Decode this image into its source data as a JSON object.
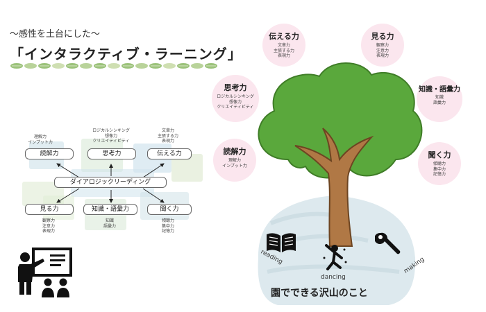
{
  "header": {
    "subtitle": "〜感性を土台にした〜",
    "title": "「インタラクティブ・ラーニング」"
  },
  "left_diagram": {
    "center": "ダイアロジックリーディング",
    "top_row": [
      {
        "label": "読解力",
        "skills": [
          "理解力",
          "インプット力"
        ]
      },
      {
        "label": "思考力",
        "skills": [
          "ロジカルシンキング",
          "想像力",
          "クリエイティビティ"
        ]
      },
      {
        "label": "伝える力",
        "skills": [
          "文章力",
          "主張する力",
          "表現力"
        ]
      }
    ],
    "bottom_row": [
      {
        "label": "見る力",
        "skills": [
          "観察力",
          "注意力",
          "表現力"
        ]
      },
      {
        "label": "知識・語彙力",
        "skills": [
          "知識",
          "語彙力"
        ]
      },
      {
        "label": "聞く力",
        "skills": [
          "傾聴力",
          "集中力",
          "記憶力"
        ]
      }
    ]
  },
  "bubbles": {
    "tsutaeru": {
      "title": "伝える力",
      "skills": [
        "文章力",
        "主張する力",
        "表現力"
      ]
    },
    "miru": {
      "title": "見る力",
      "skills": [
        "観察力",
        "注意力",
        "表現力"
      ]
    },
    "shiko": {
      "title": "思考力",
      "skills": [
        "ロジカルシンキング",
        "想像力",
        "クリエイティビティ"
      ]
    },
    "chishiki": {
      "title": "知識・語彙力",
      "skills": [
        "知識",
        "語彙力"
      ]
    },
    "dokkai": {
      "title": "読解力",
      "skills": [
        "理解力",
        "インプット力"
      ]
    },
    "kiku": {
      "title": "聞く力",
      "skills": [
        "傾聴力",
        "集中力",
        "記憶力"
      ]
    }
  },
  "activities": {
    "reading": "reading",
    "dancing": "dancing",
    "making": "making",
    "caption": "園でできる沢山のこと"
  },
  "colors": {
    "leaf": "#5aa83c",
    "trunk": "#b07845",
    "bubble": "#fbe6ee",
    "hill": "#dde9ee"
  }
}
